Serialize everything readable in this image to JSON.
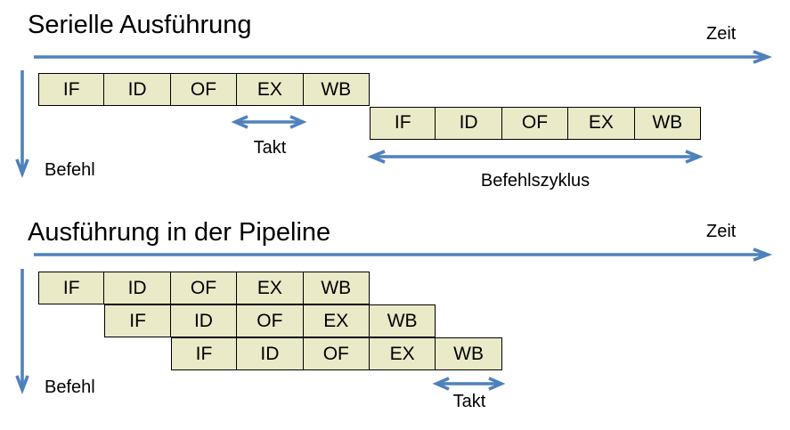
{
  "colors": {
    "box_fill": "#eaeac8",
    "box_border": "#000000",
    "arrow_blue": "#4f81bd",
    "text_color": "#000000"
  },
  "serial": {
    "title": "Serielle Ausführung",
    "zeit_label": "Zeit",
    "befehl_label": "Befehl",
    "takt_label": "Takt",
    "befehlszyklus_label": "Befehlszyklus",
    "rows": [
      [
        "IF",
        "ID",
        "OF",
        "EX",
        "WB"
      ],
      [
        "IF",
        "ID",
        "OF",
        "EX",
        "WB"
      ]
    ]
  },
  "pipeline": {
    "title": "Ausführung in der Pipeline",
    "zeit_label": "Zeit",
    "befehl_label": "Befehl",
    "takt_label": "Takt",
    "rows": [
      [
        "IF",
        "ID",
        "OF",
        "EX",
        "WB"
      ],
      [
        "IF",
        "ID",
        "OF",
        "EX",
        "WB"
      ],
      [
        "IF",
        "ID",
        "OF",
        "EX",
        "WB"
      ]
    ]
  }
}
